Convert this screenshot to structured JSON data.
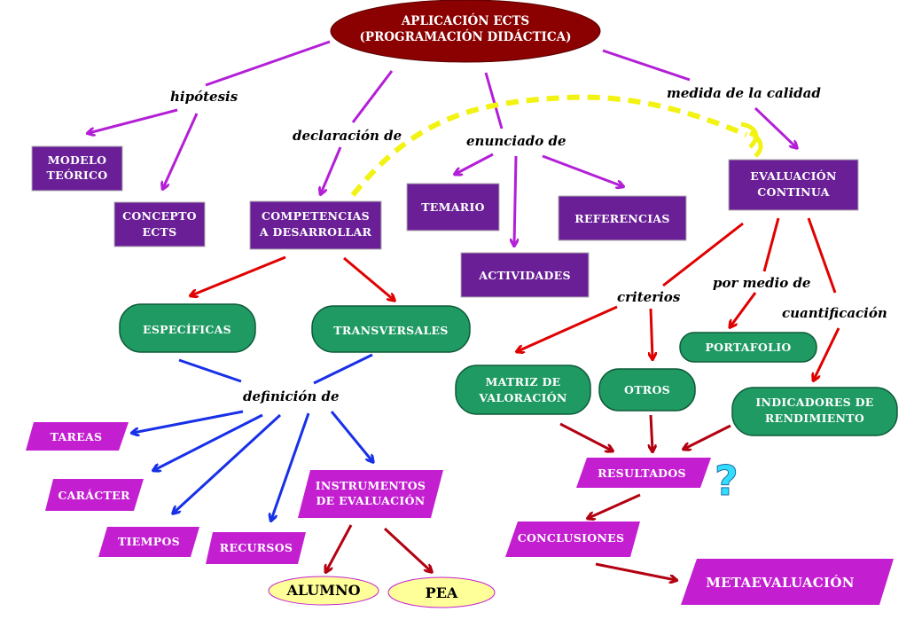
{
  "colors": {
    "purple_box": "#6a1f96",
    "green_node": "#1f9a63",
    "magenta_node": "#c31fd1",
    "yellow_node": "#ffff99",
    "title_fill": "#8b0000",
    "arrow_purple": "#b31fd6",
    "arrow_red": "#e00000",
    "arrow_darkred": "#b30010",
    "arrow_blue": "#1730e8",
    "dashed_yellow": "#f2f213",
    "question": "#33ddff"
  },
  "title": {
    "line1": "APLICACIÓN ECTS",
    "line2": "(PROGRAMACIÓN DIDÁCTICA)"
  },
  "edge_labels": {
    "hipotesis": "hipótesis",
    "declaracion": "declaración de",
    "enunciado": "enunciado de",
    "medida": "medida de la calidad",
    "criterios": "criterios",
    "por_medio": "por medio de",
    "cuantificacion": "cuantificación",
    "definicion": "definición de"
  },
  "nodes": {
    "modelo": {
      "line1": "MODELO",
      "line2": "TEÓRICO"
    },
    "concepto": {
      "line1": "CONCEPTO",
      "line2": "ECTS"
    },
    "competencias": {
      "line1": "COMPETENCIAS",
      "line2": "A DESARROLLAR"
    },
    "temario": "TEMARIO",
    "actividades": "ACTIVIDADES",
    "referencias": "REFERENCIAS",
    "evaluacion": {
      "line1": "EVALUACIÓN",
      "line2": "CONTINUA"
    },
    "especificas": "ESPECÍFICAS",
    "transversales": "TRANSVERSALES",
    "matriz": {
      "line1": "MATRIZ DE",
      "line2": "VALORACIÓN"
    },
    "otros": "OTROS",
    "portafolio": "PORTAFOLIO",
    "indicadores": {
      "line1": "INDICADORES DE",
      "line2": "RENDIMIENTO"
    },
    "tareas": "TAREAS",
    "caracter": "CARÁCTER",
    "tiempos": "TIEMPOS",
    "recursos": "RECURSOS",
    "instrumentos": {
      "line1": "INSTRUMENTOS",
      "line2": "DE EVALUACIÓN"
    },
    "resultados": "RESULTADOS",
    "conclusiones": "CONCLUSIONES",
    "metaevaluacion": "METAEVALUACIÓN",
    "alumno": "ALUMNO",
    "pea": "PEA"
  },
  "question_mark": "?"
}
